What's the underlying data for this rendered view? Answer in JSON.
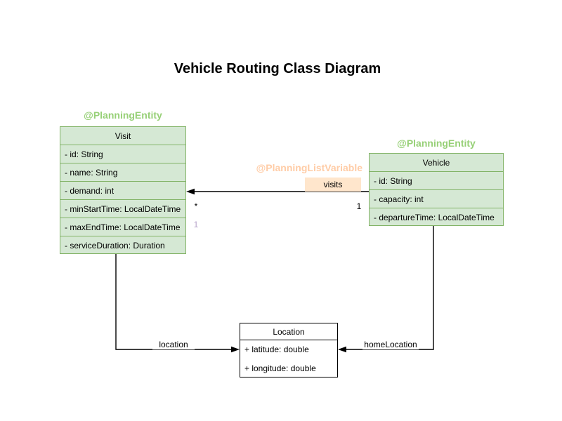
{
  "title": "Vehicle Routing Class Diagram",
  "colors": {
    "class_fill_green": "#d5e8d4",
    "class_border_green": "#82b366",
    "planning_entity_text": "#97d077",
    "planning_list_variable_text": "#ffcca6",
    "visits_label_background": "#ffe6cc",
    "edge_color": "#000000",
    "secondary_multiplicity_color": "#b5a1c9"
  },
  "classes": {
    "visit": {
      "annotation": "@PlanningEntity",
      "name": "Visit",
      "attributes": [
        "- id: String",
        "- name: String",
        "- demand: int",
        "- minStartTime: LocalDateTime",
        "- maxEndTime: LocalDateTime",
        "- serviceDuration: Duration"
      ]
    },
    "vehicle": {
      "annotation": "@PlanningEntity",
      "name": "Vehicle",
      "attributes": [
        "- id: String",
        "- capacity: int",
        "- departureTime: LocalDateTime"
      ]
    },
    "location": {
      "name": "Location",
      "attributes": [
        "+ latitude: double",
        "+ longitude: double"
      ]
    }
  },
  "edges": {
    "visits": {
      "annotation": "@PlanningListVariable",
      "label": "visits",
      "source_multiplicity": "1",
      "target_multiplicity": "*",
      "secondary_multiplicity": "1"
    },
    "location": {
      "label": "location"
    },
    "home_location": {
      "label": "homeLocation"
    }
  }
}
